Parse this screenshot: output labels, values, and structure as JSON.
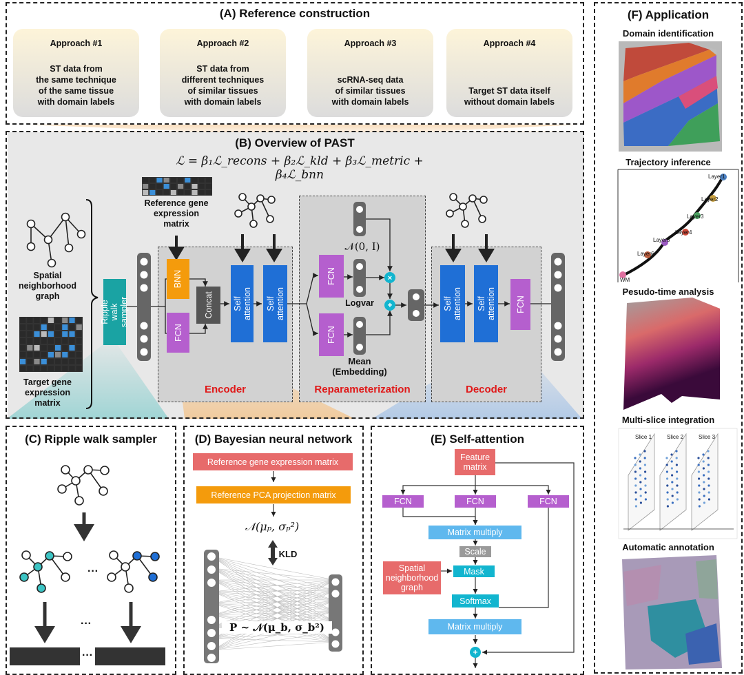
{
  "panelA": {
    "title": "(A) Reference construction",
    "approaches": [
      {
        "heading": "Approach #1",
        "lines": [
          "ST data from",
          "the same technique",
          "of the same tissue",
          "with domain labels"
        ]
      },
      {
        "heading": "Approach #2",
        "lines": [
          "ST data from",
          "different techniques",
          "of similar tissues",
          "with domain labels"
        ]
      },
      {
        "heading": "Approach #3",
        "lines": [
          "scRNA-seq data",
          "of similar tissues",
          "with domain labels"
        ]
      },
      {
        "heading": "Approach #4",
        "lines": [
          "Target ST data itself",
          "without domain labels"
        ]
      }
    ]
  },
  "panelB": {
    "title": "(B) Overview of PAST",
    "loss": "ℒ = β₁ℒ_recons + β₂ℒ_kld + β₃ℒ_metric + β₄ℒ_bnn",
    "ref_matrix_label": [
      "Reference gene",
      "expression",
      "matrix"
    ],
    "spatial_graph_label": [
      "Spatial",
      "neighborhood",
      "graph"
    ],
    "target_matrix_label": [
      "Target gene",
      "expression",
      "matrix"
    ],
    "sampler": "Ripple walk sampler",
    "bnn": "BNN",
    "fcn": "FCN",
    "concat": "Concat",
    "self_attention": "Self attention",
    "normal": "𝒩(0, I)",
    "logvar": "Logvar",
    "mean": [
      "Mean",
      "(Embedding)"
    ],
    "encoder": "Encoder",
    "reparam": "Reparameterization",
    "decoder": "Decoder",
    "ellipsis": "⋯"
  },
  "panelC": {
    "title": "(C) Ripple walk sampler",
    "ellipsis": "···"
  },
  "panelD": {
    "title": "(D) Bayesian neural network",
    "ref_matrix": "Reference gene expression matrix",
    "pca": "Reference PCA projection matrix",
    "prior": "𝒩(μₚ, σₚ²)",
    "kld": "KLD",
    "posterior": "P ~ 𝒩(μ_b, σ_b²)"
  },
  "panelE": {
    "title": "(E) Self-attention",
    "feature": [
      "Feature",
      "matrix"
    ],
    "fcn": "FCN",
    "matmul": "Matrix multiply",
    "scale": "Scale",
    "graph": [
      "Spatial",
      "neighborhood",
      "graph"
    ],
    "mask": "Mask",
    "softmax": "Softmax"
  },
  "panelF": {
    "title": "(F) Application",
    "items": [
      "Domain identification",
      "Trajectory inference",
      "Pesudo-time analysis",
      "Multi-slice integration",
      "Automatic annotation"
    ],
    "layers": [
      "Layer1",
      "Layer2",
      "Layer3",
      "Layer4",
      "Layer5",
      "Layer6",
      "WM"
    ],
    "slices": [
      "Slice 1",
      "Slice 2",
      "Slice 3"
    ]
  },
  "colors": {
    "purple": "#b55fce",
    "orange": "#f49b0c",
    "blue": "#1f6fd6",
    "teal": "#1aa3a3",
    "cyan": "#12b5cf",
    "salmon": "#e76b6b",
    "lightblue": "#5fb8ee",
    "gray": "#9a9a9a",
    "dark": "#555555"
  }
}
